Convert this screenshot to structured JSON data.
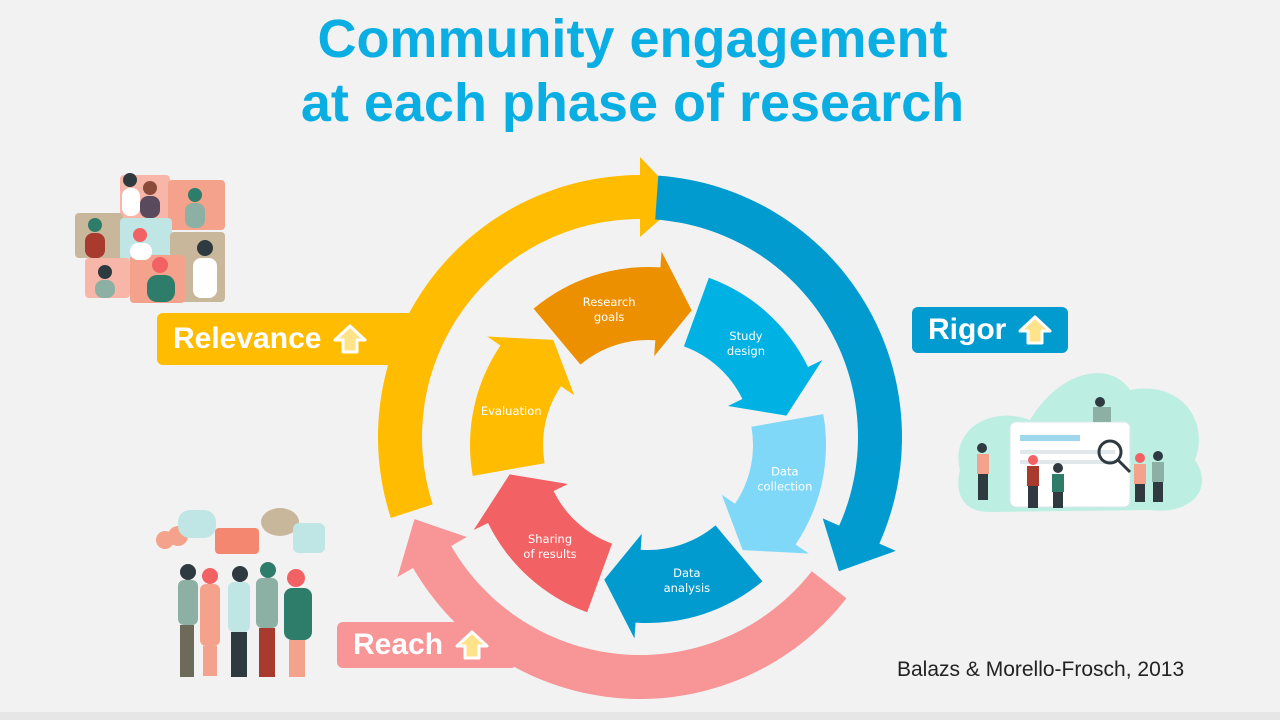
{
  "title": {
    "line1": "Community engagement",
    "line2": "at each phase of research"
  },
  "outer_labels": {
    "relevance": "Relevance",
    "rigor": "Rigor",
    "reach": "Reach"
  },
  "phases": [
    {
      "label": [
        "Research",
        "goals"
      ],
      "color": "#ec9000"
    },
    {
      "label": [
        "Study",
        "design"
      ],
      "color": "#00b2e3"
    },
    {
      "label": [
        "Data",
        "collection"
      ],
      "color": "#7fd8f8"
    },
    {
      "label": [
        "Data",
        "analysis"
      ],
      "color": "#029bcf"
    },
    {
      "label": [
        "Sharing",
        "of results"
      ],
      "color": "#f26163"
    },
    {
      "label": [
        "Evaluation"
      ],
      "color": "#ffbc00"
    }
  ],
  "outer_colors": {
    "relevance": "#ffbc00",
    "rigor": "#019bcf",
    "reach": "#f79597"
  },
  "citation": "Balazs & Morello-Frosch, 2013"
}
